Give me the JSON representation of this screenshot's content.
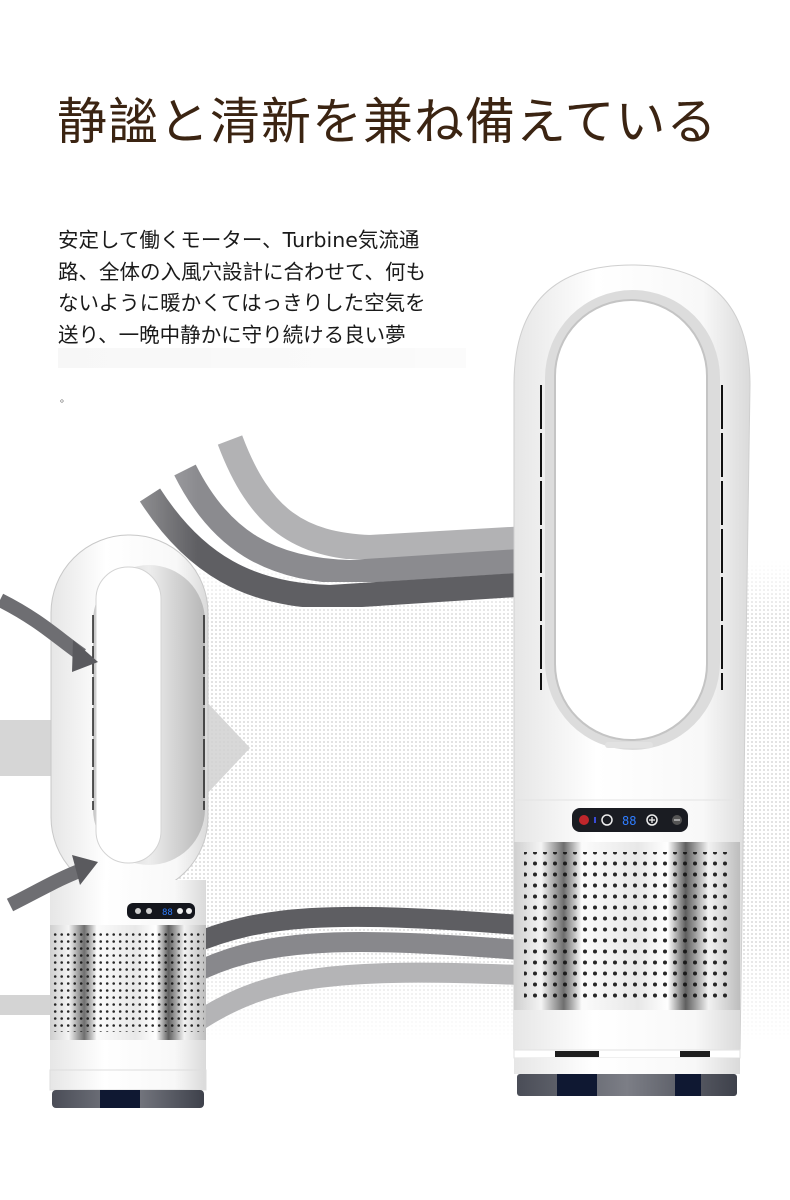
{
  "headline": "静謐と清新を兼ね備えている",
  "description": {
    "lines": [
      "安定して働くモーター、Turbine気流通",
      "路、全体の入風穴設計に合わせて、何も",
      "ないように暖かくてはっきりした空気を",
      "送り、一晩中静かに守り続ける良い夢"
    ],
    "trailing_mark": "。"
  },
  "products": {
    "large_fan": {
      "display_digits": "88",
      "control_buttons": [
        "power",
        "rotate",
        "plus",
        "minus"
      ]
    },
    "small_fan": {
      "display_digits": "88",
      "control_buttons": [
        "mode-1",
        "mode-2",
        "timer",
        "light"
      ]
    }
  },
  "colors": {
    "headline": "#3b2412",
    "text": "#1a1a1a",
    "display_blue": "#2f7dff",
    "power_red": "#c0262b",
    "base_navy": "#0f1832",
    "airflow_dark": "#5e5e62",
    "airflow_mid": "#88888c",
    "airflow_light": "#b4b4b6"
  }
}
